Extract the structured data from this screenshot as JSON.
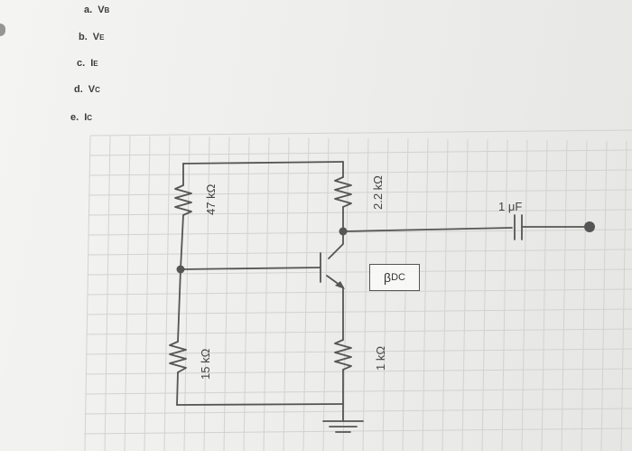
{
  "questions": [
    {
      "letter": "a.",
      "main": "V",
      "sub": "B"
    },
    {
      "letter": "b.",
      "main": "V",
      "sub": "E"
    },
    {
      "letter": "c.",
      "main": "I",
      "sub": "E"
    },
    {
      "letter": "d.",
      "main": "V",
      "sub": "C"
    },
    {
      "letter": "e.",
      "main": "I",
      "sub": "C"
    }
  ],
  "circuit": {
    "r1_label": "47 kΩ",
    "r2_label": "15 kΩ",
    "rc_label": "2.2 kΩ",
    "re_label": "1 kΩ",
    "cap_label": "1 μF",
    "beta_main": "β",
    "beta_sub": "DC"
  },
  "colors": {
    "wire": "#555555",
    "grid": "#d2d2d0",
    "paper": "#eeeeec"
  }
}
